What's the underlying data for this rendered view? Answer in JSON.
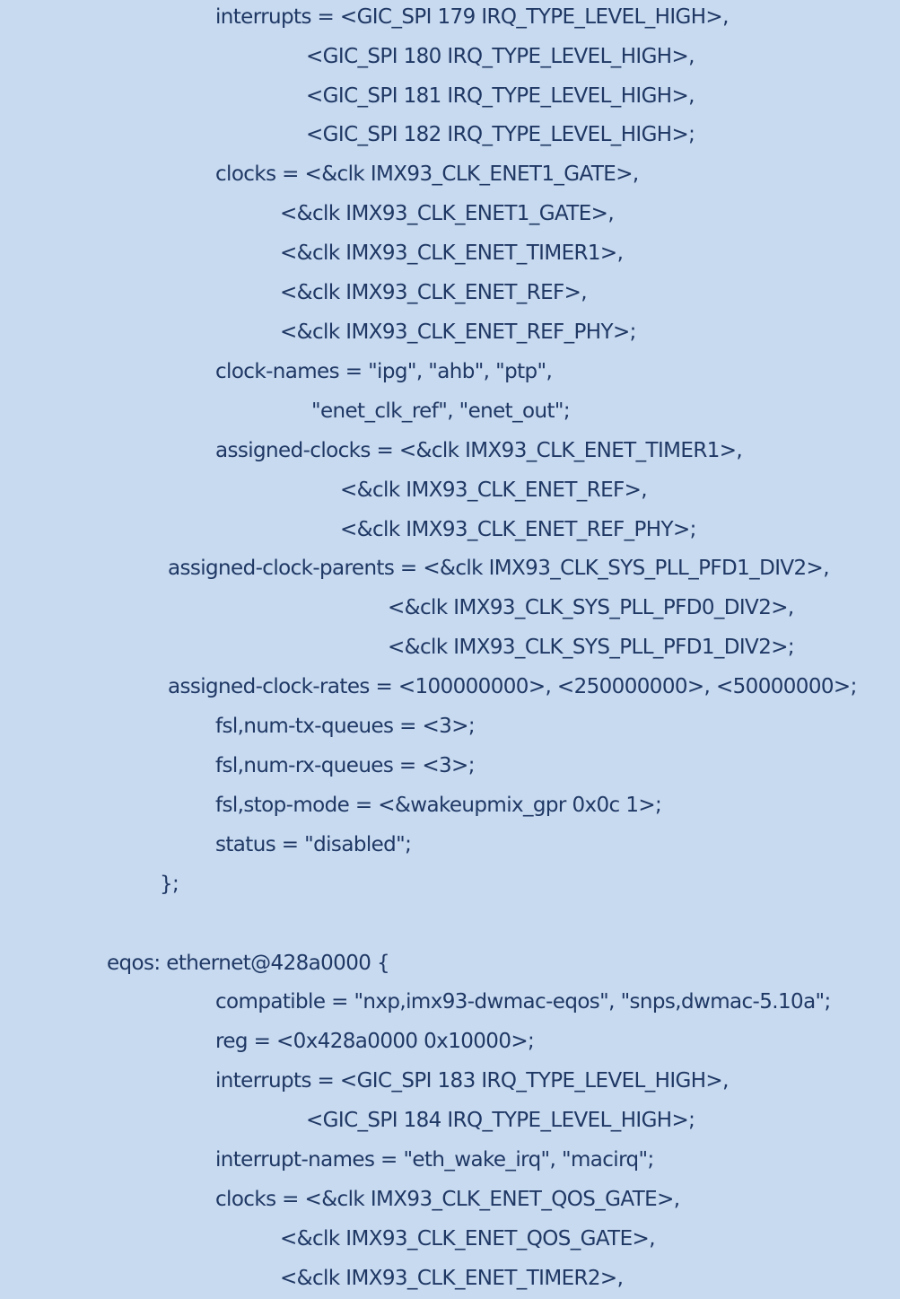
{
  "code_lines": [
    "interrupts = <GIC_SPI 179 IRQ_TYPE_LEVEL_HIGH>,",
    "<GIC_SPI 180 IRQ_TYPE_LEVEL_HIGH>,",
    "<GIC_SPI 181 IRQ_TYPE_LEVEL_HIGH>,",
    "<GIC_SPI 182 IRQ_TYPE_LEVEL_HIGH>;",
    "clocks = <&clk IMX93_CLK_ENET1_GATE>,",
    "<&clk IMX93_CLK_ENET1_GATE>,",
    "<&clk IMX93_CLK_ENET_TIMER1>,",
    "<&clk IMX93_CLK_ENET_REF>,",
    "<&clk IMX93_CLK_ENET_REF_PHY>;",
    "clock-names = \"ipg\", \"ahb\", \"ptp\",",
    "\"enet_clk_ref\", \"enet_out\";",
    "assigned-clocks = <&clk IMX93_CLK_ENET_TIMER1>,",
    "<&clk IMX93_CLK_ENET_REF>,",
    "<&clk IMX93_CLK_ENET_REF_PHY>;",
    "assigned-clock-parents = <&clk IMX93_CLK_SYS_PLL_PFD1_DIV2>,",
    "<&clk IMX93_CLK_SYS_PLL_PFD0_DIV2>,",
    "<&clk IMX93_CLK_SYS_PLL_PFD1_DIV2>;",
    "assigned-clock-rates = <100000000>, <250000000>, <50000000>;",
    "fsl,num-tx-queues = <3>;",
    "fsl,num-rx-queues = <3>;",
    "fsl,stop-mode = <&wakeupmix_gpr 0x0c 1>;",
    "status = \"disabled\";",
    "};",
    "",
    "eqos: ethernet@428a0000 {",
    "compatible = \"nxp,imx93-dwmac-eqos\", \"snps,dwmac-5.10a\";",
    "reg = <0x428a0000 0x10000>;",
    "interrupts = <GIC_SPI 183 IRQ_TYPE_LEVEL_HIGH>,",
    "<GIC_SPI 184 IRQ_TYPE_LEVEL_HIGH>;",
    "interrupt-names = \"eth_wake_irq\", \"macirq\";",
    "clocks = <&clk IMX93_CLK_ENET_QOS_GATE>,",
    "<&clk IMX93_CLK_ENET_QOS_GATE>,",
    "<&clk IMX93_CLK_ENET_TIMER2>,"
  ]
}
